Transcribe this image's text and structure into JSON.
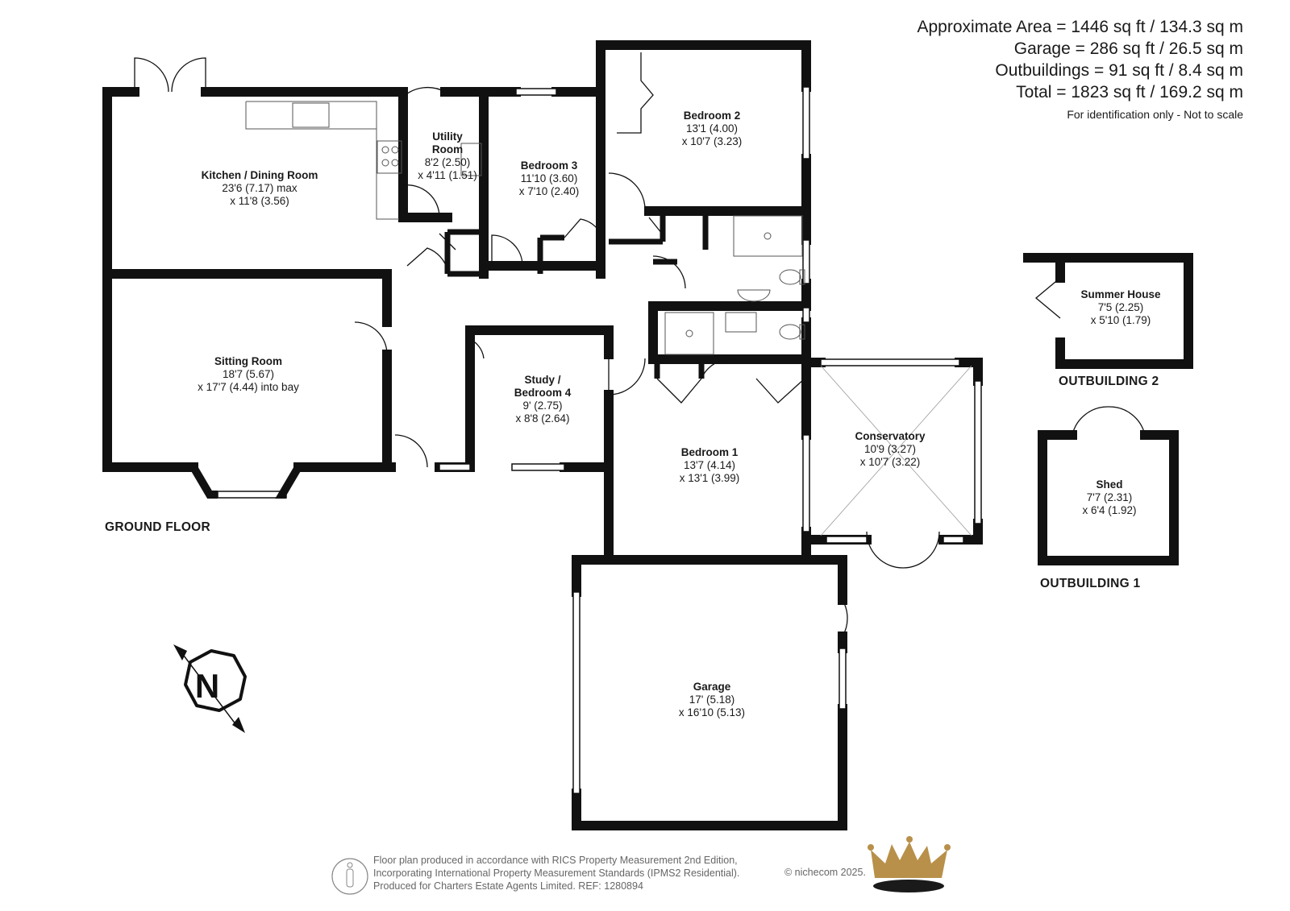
{
  "areas": {
    "lines": [
      "Approximate Area = 1446 sq ft / 134.3 sq m",
      "Garage = 286 sq ft / 26.5 sq m",
      "Outbuildings = 91 sq ft / 8.4 sq m",
      "Total = 1823 sq ft / 169.2 sq m"
    ],
    "note": "For identification only - Not to scale"
  },
  "floors": {
    "ground": "GROUND FLOOR",
    "outbuilding_1": "OUTBUILDING 1",
    "outbuilding_2": "OUTBUILDING 2"
  },
  "rooms": {
    "kitchen": {
      "name": "Kitchen / Dining Room",
      "dim1": "23'6 (7.17) max",
      "dim2": "x 11'8 (3.56)"
    },
    "utility": {
      "name": "Utility",
      "name2": "Room",
      "dim1": "8'2 (2.50)",
      "dim2": "x 4'11 (1.51)"
    },
    "bedroom3": {
      "name": "Bedroom 3",
      "dim1": "11'10 (3.60)",
      "dim2": "x 7'10 (2.40)"
    },
    "bedroom2": {
      "name": "Bedroom 2",
      "dim1": "13'1 (4.00)",
      "dim2": "x 10'7 (3.23)"
    },
    "sitting": {
      "name": "Sitting Room",
      "dim1": "18'7 (5.67)",
      "dim2": "x 17'7 (4.44) into bay"
    },
    "study": {
      "name": "Study /",
      "name2": "Bedroom 4",
      "dim1": "9' (2.75)",
      "dim2": "x 8'8 (2.64)"
    },
    "bedroom1": {
      "name": "Bedroom 1",
      "dim1": "13'7 (4.14)",
      "dim2": "x 13'1 (3.99)"
    },
    "conservatory": {
      "name": "Conservatory",
      "dim1": "10'9 (3.27)",
      "dim2": "x 10'7 (3.22)"
    },
    "garage": {
      "name": "Garage",
      "dim1": "17' (5.18)",
      "dim2": "x 16'10 (5.13)"
    },
    "summer": {
      "name": "Summer House",
      "dim1": "7'5 (2.25)",
      "dim2": "x 5'10 (1.79)"
    },
    "shed": {
      "name": "Shed",
      "dim1": "7'7 (2.31)",
      "dim2": "x 6'4 (1.92)"
    }
  },
  "compass": {
    "letter": "N"
  },
  "footer": {
    "lines": [
      "Floor plan produced in accordance with RICS Property Measurement 2nd Edition,",
      "Incorporating International Property Measurement Standards (IPMS2 Residential).",
      "Produced for Charters Estate Agents Limited.   REF: 1280894"
    ],
    "copyright": "© nichecom 2025."
  },
  "colors": {
    "wall": "#111111",
    "fixture": "#555555",
    "crown_gold": "#b8904a"
  }
}
